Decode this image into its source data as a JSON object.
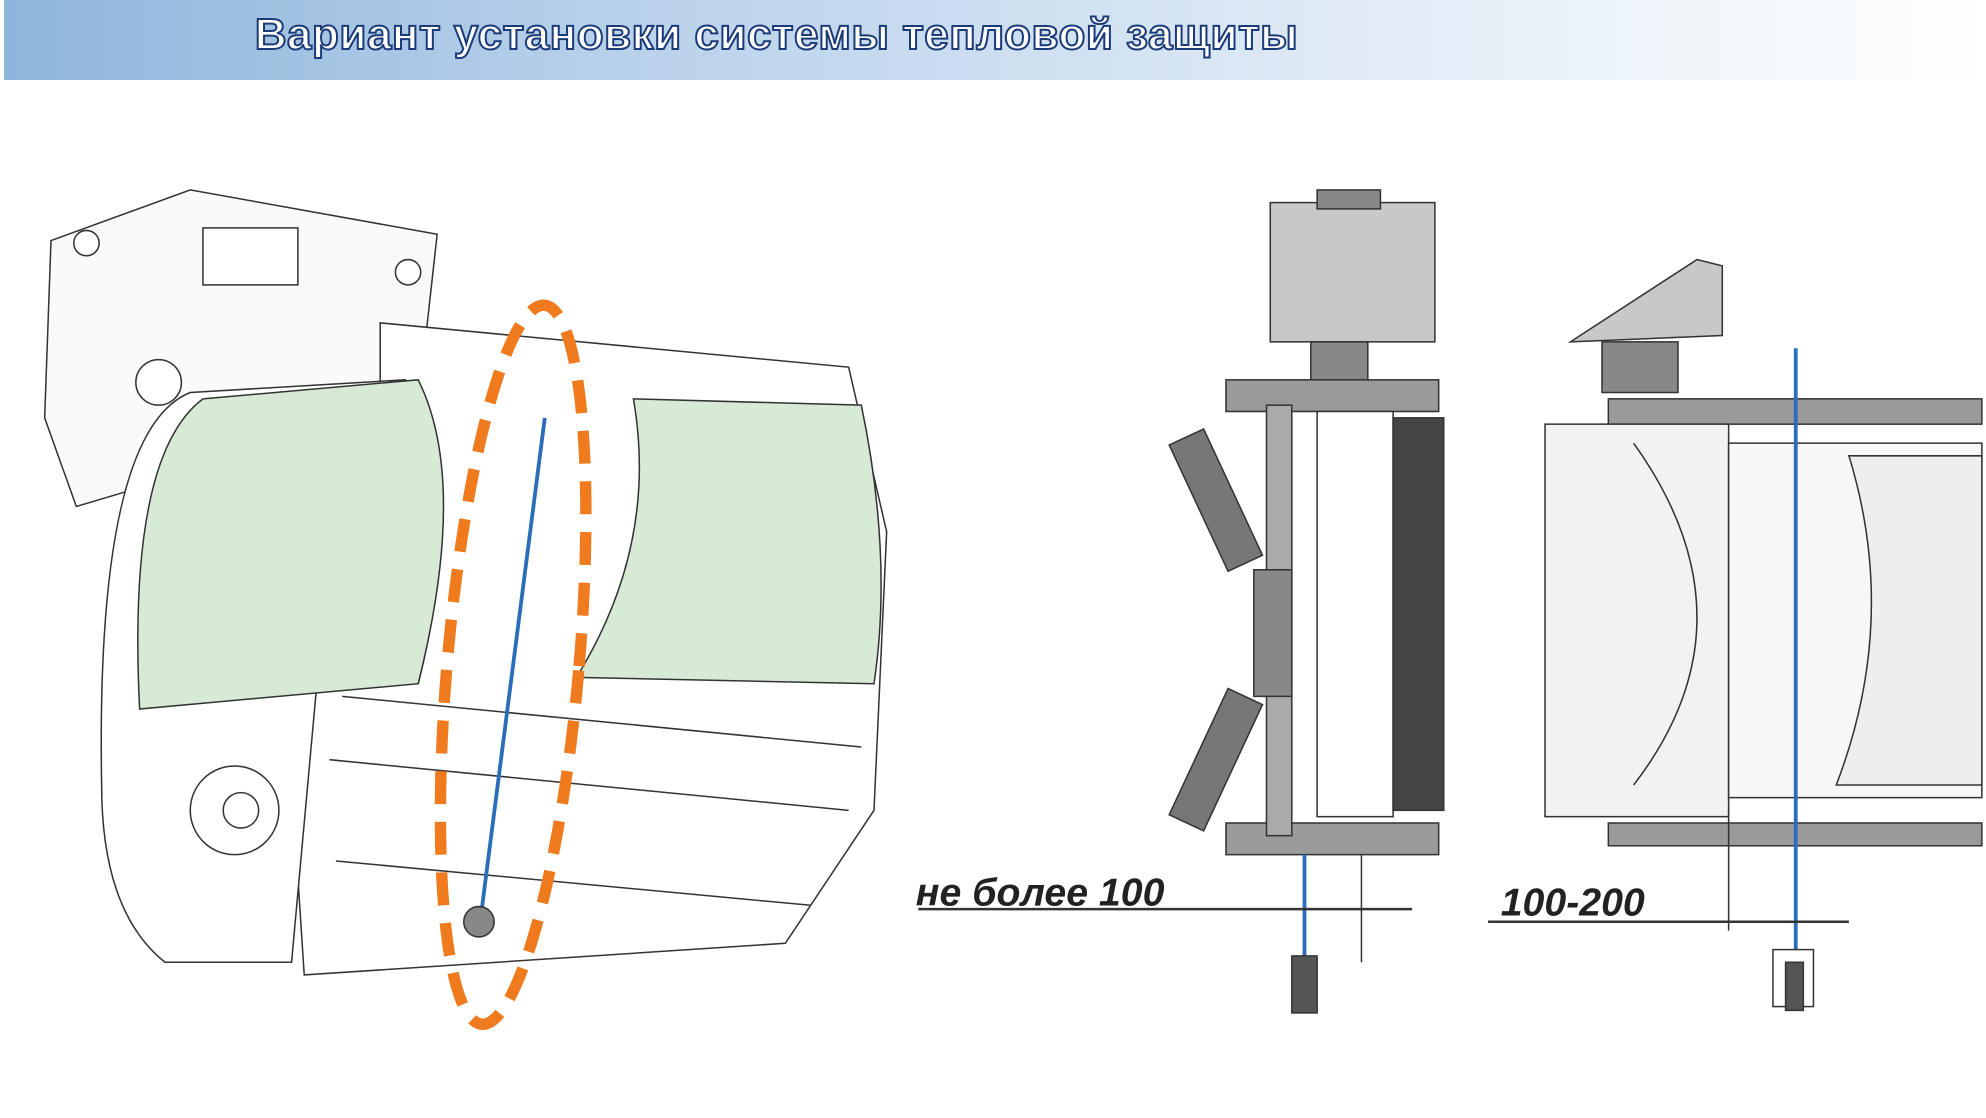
{
  "header": {
    "title": "Вариант установки  системы тепловой защиты"
  },
  "diagram": {
    "dimension_left": "не более 100",
    "dimension_right": "100-200"
  },
  "colors": {
    "belt": "#d6ead5",
    "highlight": "#f07a1e",
    "sensor": "#2a6db8",
    "steel": "#9a9a9a"
  }
}
